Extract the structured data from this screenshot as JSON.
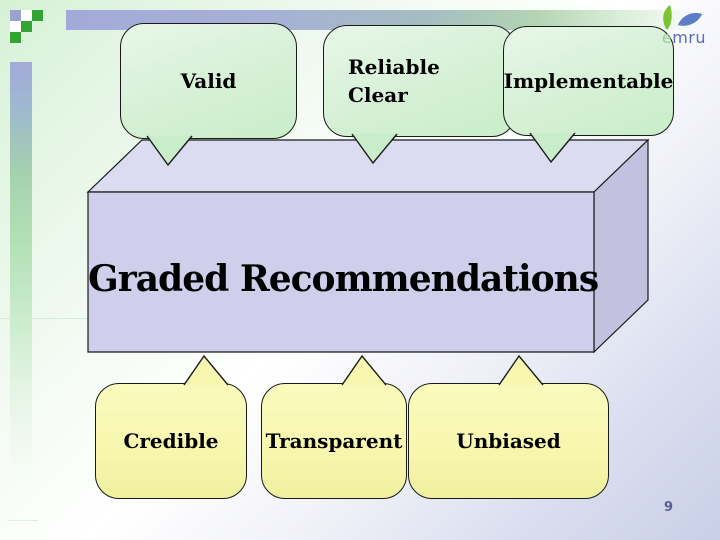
{
  "slide": {
    "page_number": "9"
  },
  "logo": {
    "name_prefix": "e",
    "name_rest": "mru"
  },
  "diagram": {
    "box_title": "Graded Recommendations",
    "top_bubbles": [
      {
        "lines": [
          "Valid"
        ]
      },
      {
        "lines": [
          "Reliable",
          "Clear"
        ]
      },
      {
        "lines": [
          "Implementable"
        ]
      }
    ],
    "bottom_bubbles": [
      {
        "lines": [
          "Credible"
        ]
      },
      {
        "lines": [
          "Transparent"
        ]
      },
      {
        "lines": [
          "Unbiased"
        ]
      }
    ]
  },
  "colors": {
    "green_bubble_fill": "#d9f1d9",
    "yellow_bubble_fill": "#f7f7af",
    "box_front": "#cfcfec",
    "box_top": "#dbdbf2",
    "box_side": "#c2c2e0",
    "outline": "#1a1a1a",
    "accent_green": "#33a333",
    "accent_lavender": "#a3aad9",
    "logo_leaf_green": "#7cc433",
    "logo_blue": "#5b7ec6",
    "page_number_color": "#5b5b94"
  }
}
